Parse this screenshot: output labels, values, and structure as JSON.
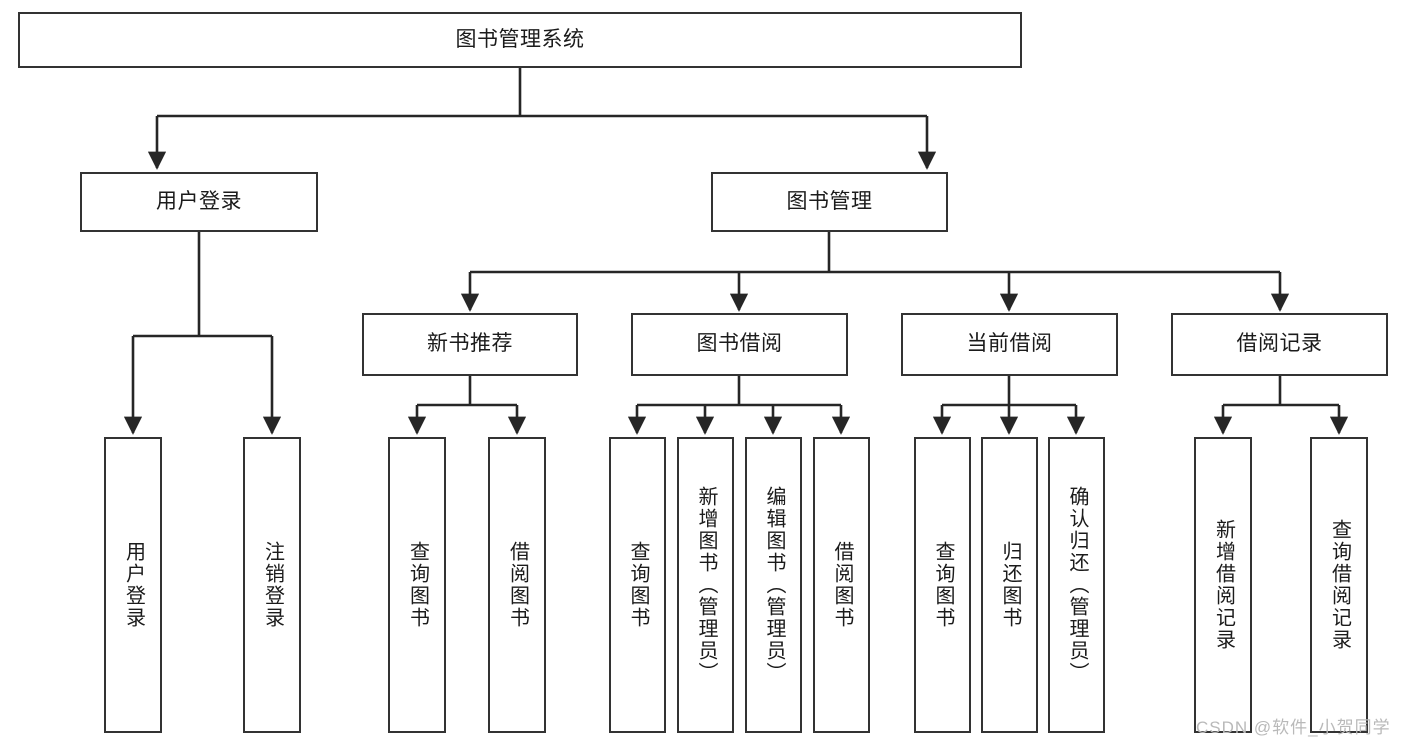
{
  "diagram": {
    "type": "tree",
    "title": "图书管理系统",
    "orientation": "top-down",
    "colors": {
      "box_border": "#333333",
      "box_fill": "#ffffff",
      "edge": "#262626",
      "text": "#1b1b1b",
      "watermark": "#b9b9b9",
      "background": "#ffffff"
    },
    "levels": 4
  },
  "watermark": {
    "text": "CSDN @软件_小贺同学"
  },
  "nodes": {
    "root": {
      "label": "图书管理系统"
    },
    "l1": [
      {
        "id": "user-login",
        "label": "用户登录"
      },
      {
        "id": "book-manage",
        "label": "图书管理"
      }
    ],
    "l2": [
      {
        "id": "new-book-recommend",
        "label": "新书推荐"
      },
      {
        "id": "book-borrow",
        "label": "图书借阅"
      },
      {
        "id": "current-borrow",
        "label": "当前借阅"
      },
      {
        "id": "borrow-record",
        "label": "借阅记录"
      }
    ],
    "leaves": [
      {
        "id": "leaf-user-login",
        "label": "用户登录",
        "parent": "user-login"
      },
      {
        "id": "leaf-logout-login",
        "label": "注销登录",
        "parent": "user-login"
      },
      {
        "id": "leaf-query-book-1",
        "label": "查询图书",
        "parent": "new-book-recommend"
      },
      {
        "id": "leaf-borrow-book-1",
        "label": "借阅图书",
        "parent": "new-book-recommend"
      },
      {
        "id": "leaf-query-book-2",
        "label": "查询图书",
        "parent": "book-borrow"
      },
      {
        "id": "leaf-add-book",
        "label": "新增图书（管理员）",
        "parent": "book-borrow"
      },
      {
        "id": "leaf-edit-book",
        "label": "编辑图书（管理员）",
        "parent": "book-borrow"
      },
      {
        "id": "leaf-borrow-book-2",
        "label": "借阅图书",
        "parent": "book-borrow"
      },
      {
        "id": "leaf-query-book-3",
        "label": "查询图书",
        "parent": "current-borrow"
      },
      {
        "id": "leaf-return-book",
        "label": "归还图书",
        "parent": "current-borrow"
      },
      {
        "id": "leaf-confirm-return",
        "label": "确认归还（管理员）",
        "parent": "current-borrow"
      },
      {
        "id": "leaf-add-borrow-record",
        "label": "新增借阅记录",
        "parent": "borrow-record"
      },
      {
        "id": "leaf-query-borrow-record",
        "label": "查询借阅记录",
        "parent": "borrow-record"
      }
    ]
  }
}
